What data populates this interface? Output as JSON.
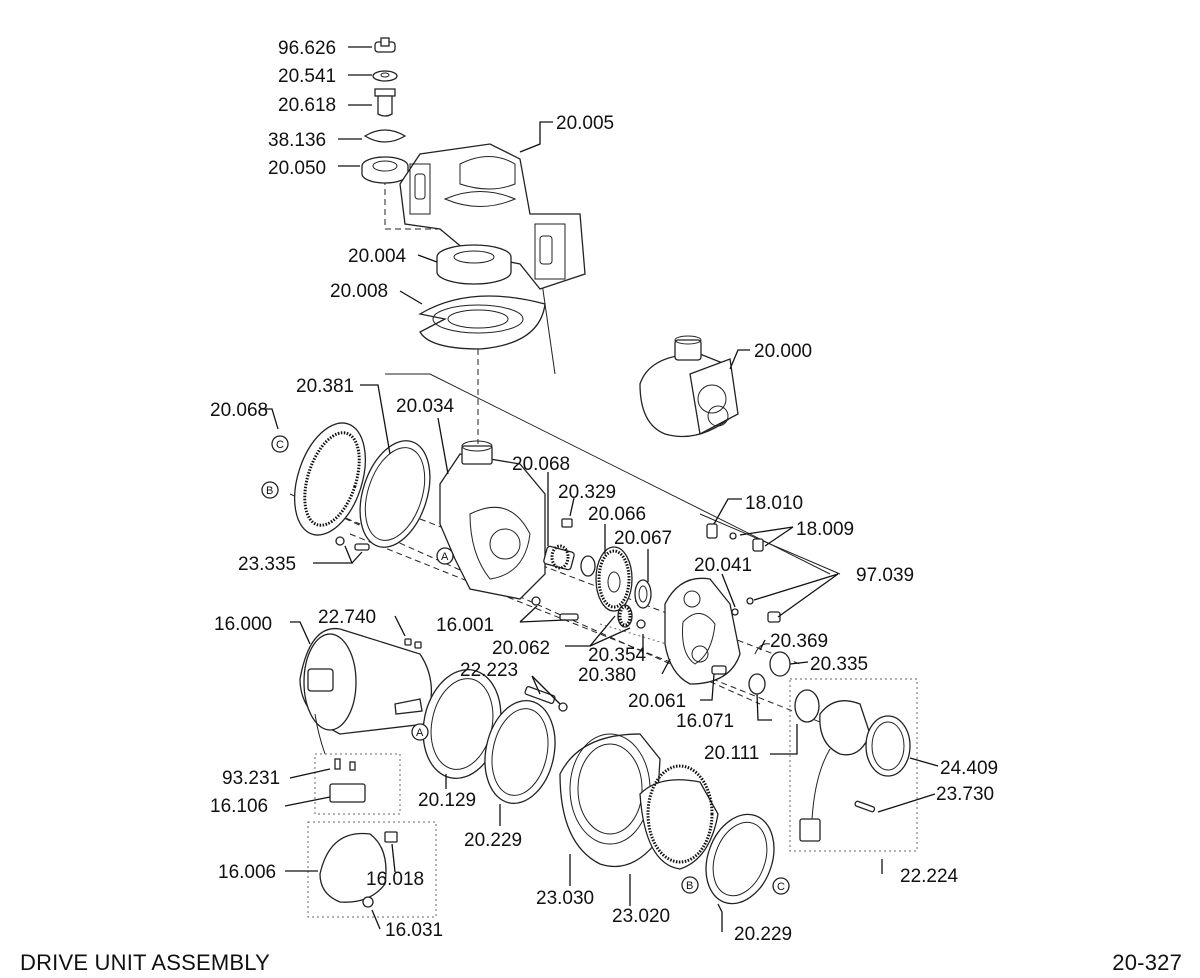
{
  "footer": {
    "title": "DRIVE UNIT ASSEMBLY",
    "page_number": "20-327"
  },
  "part_labels": [
    "96.626",
    "20.541",
    "20.618",
    "38.136",
    "20.050",
    "20.005",
    "20.004",
    "20.008",
    "20.000",
    "20.381",
    "20.068",
    "20.034",
    "20.068",
    "20.329",
    "20.066",
    "20.067",
    "18.010",
    "18.009",
    "20.041",
    "97.039",
    "23.335",
    "16.001",
    "20.062",
    "20.354",
    "20.369",
    "20.335",
    "20.380",
    "20.061",
    "16.071",
    "16.000",
    "22.740",
    "22.223",
    "20.111",
    "24.409",
    "23.730",
    "93.231",
    "16.106",
    "20.129",
    "20.229",
    "23.030",
    "22.224",
    "16.006",
    "16.018",
    "16.031",
    "23.020",
    "20.229"
  ],
  "reference_markers": [
    "C",
    "B",
    "A",
    "A",
    "B",
    "C"
  ]
}
